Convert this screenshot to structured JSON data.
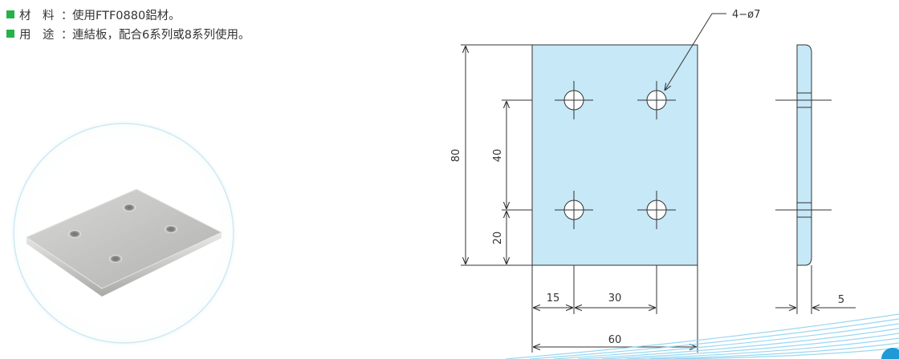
{
  "specs": [
    {
      "label": "材　料",
      "value": "使用FTF0880鋁材。"
    },
    {
      "label": "用　途",
      "value": "連結板，配合6系列或8系列使用。"
    }
  ],
  "callout": "4−ø7",
  "dimensions": {
    "height_total": "80",
    "hole_spacing_v": "40",
    "bottom_offset": "20",
    "left_offset": "15",
    "hole_spacing_h": "30",
    "width_total": "60",
    "thickness": "5"
  },
  "colors": {
    "bullet": "#27b14a",
    "plate_fill": "#c6e8f7",
    "accent_blue": "#1e9ad6"
  }
}
